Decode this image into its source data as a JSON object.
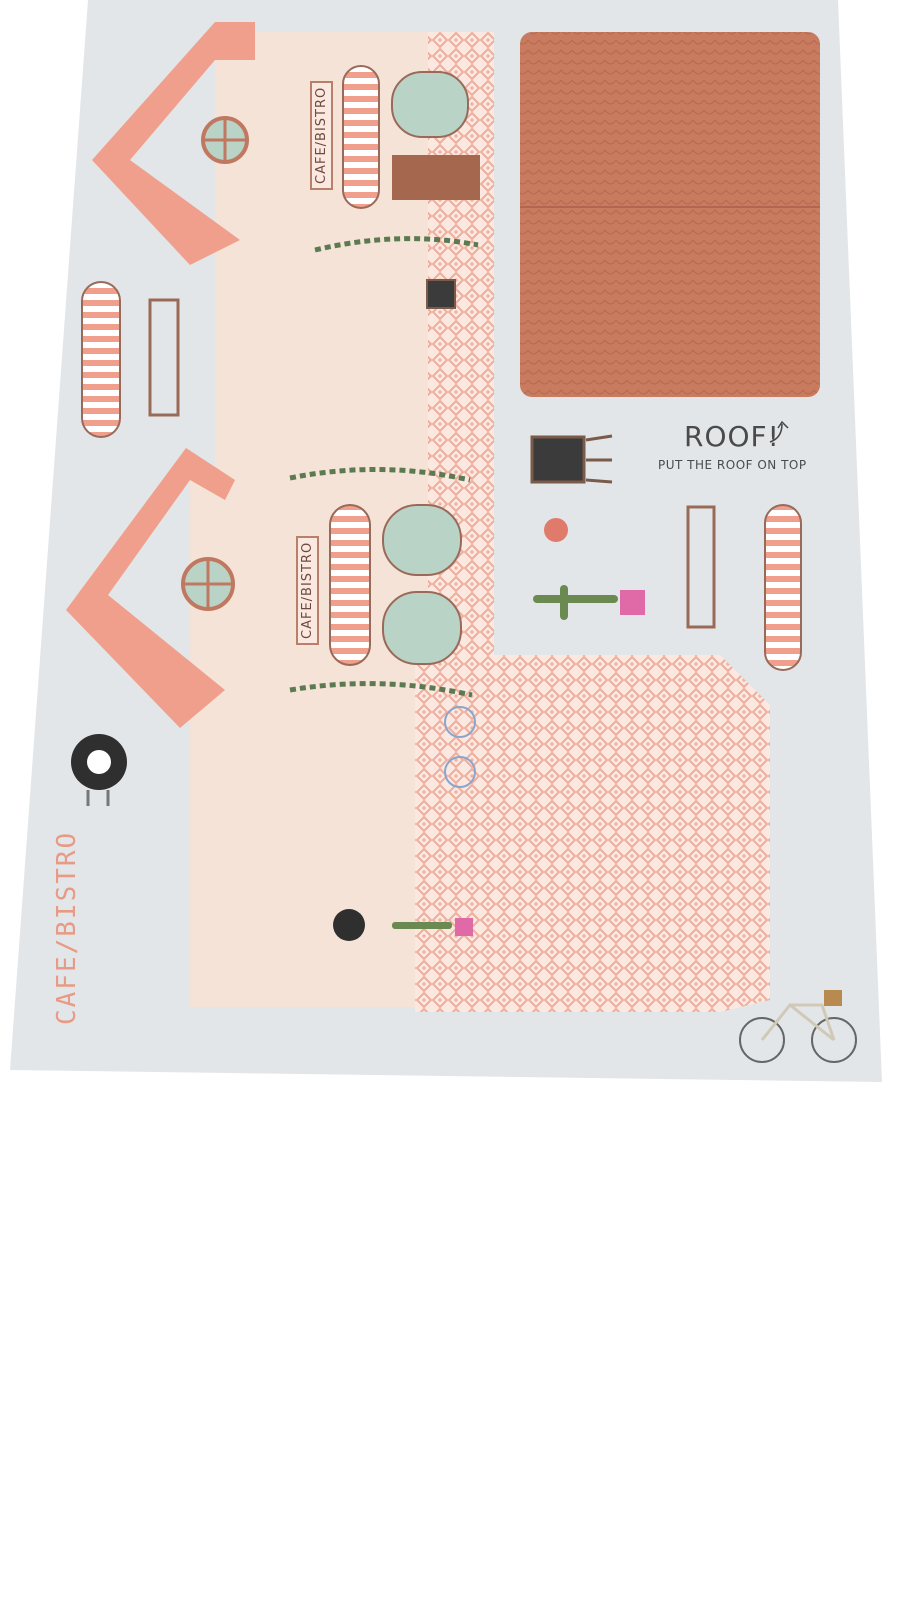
{
  "sheet": {
    "sign_upper": "CAFE/BISTRO",
    "sign_lower": "CAFE/BISTRO",
    "side_label": "CAFE/BISTRO",
    "roof_title": "ROOF!",
    "roof_instruction": "PUT THE ROOF ON TOP"
  },
  "colors": {
    "paper": "#e3e6e8",
    "wall": "#f6e3d8",
    "roof_trim": "#ef9f8c",
    "roof_tiles": "#c97b5f",
    "tile_pattern": "#efb3a3",
    "window": "#b9d3c6",
    "frame": "#9a6a58"
  }
}
